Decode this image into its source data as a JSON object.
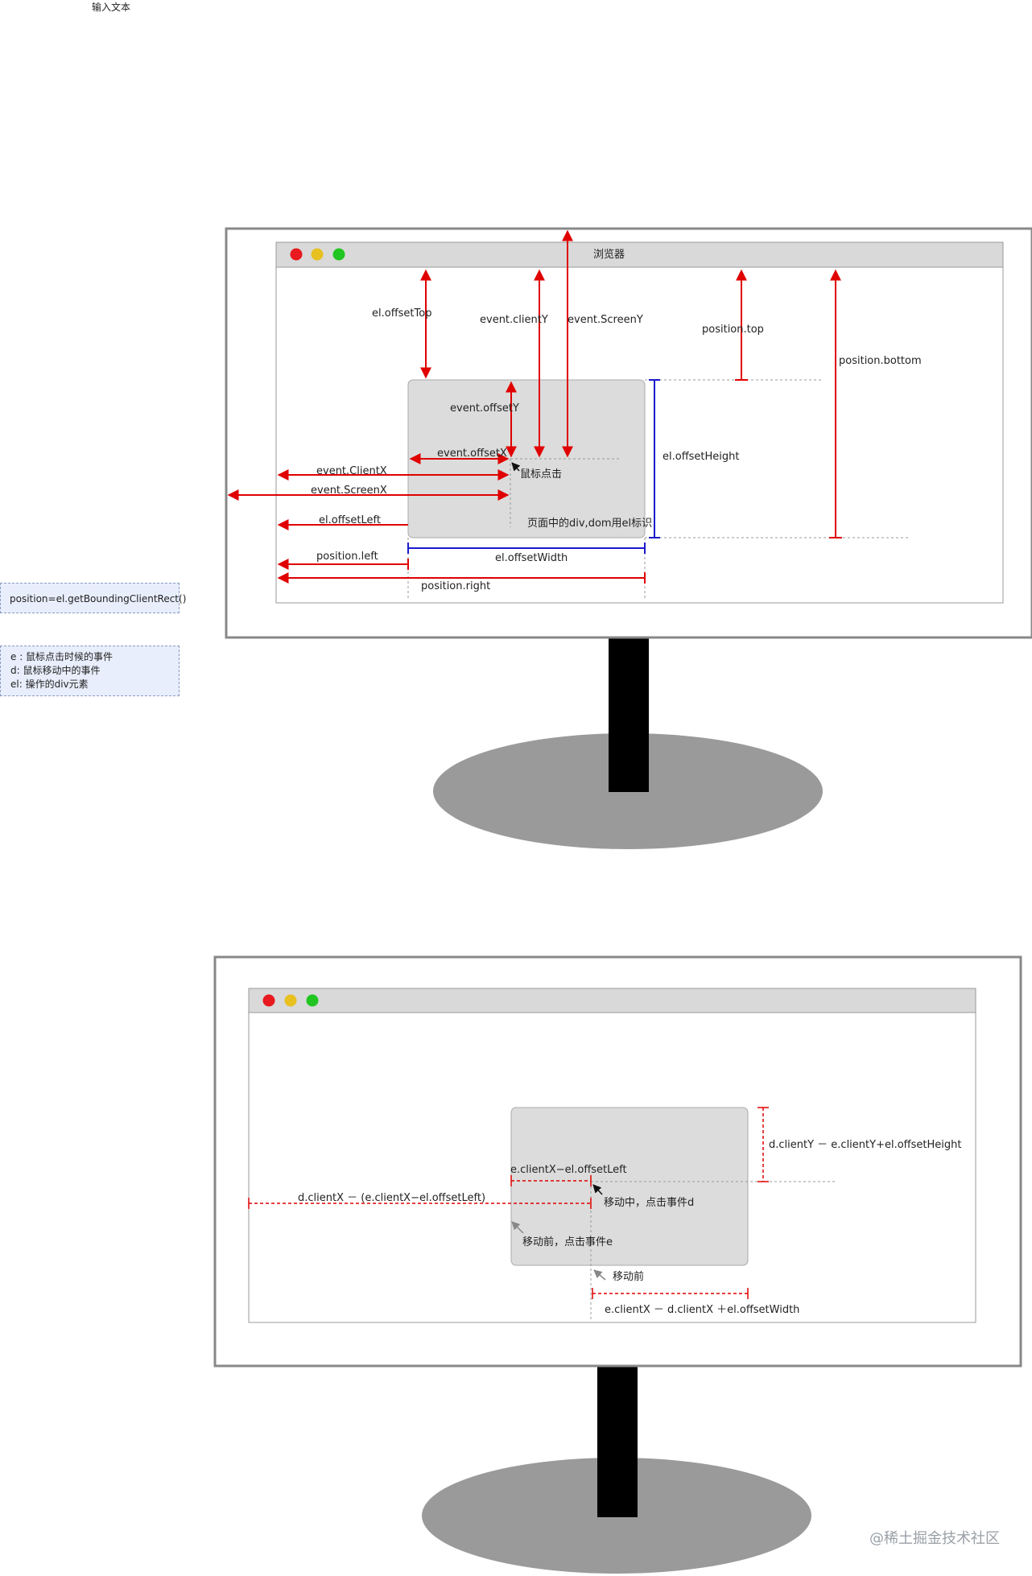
{
  "top_note": "输入文本",
  "notes": {
    "position_formula": "position=el.getBoundingClientRect()",
    "legend": [
      "e : 鼠标点击时候的事件",
      "d: 鼠标移动中的事件",
      "el: 操作的div元素"
    ]
  },
  "watermark": "@稀土掘金技术社区",
  "colors": {
    "arrow_red": "#e00000",
    "size_blue": "#1a1acc",
    "traffic_red": "#e8191f",
    "traffic_yellow": "#e8c020",
    "traffic_green": "#21c521",
    "screen_border": "#888888",
    "titlebar": "#d9d9d9",
    "div_fill": "#dcdcdc",
    "stand": "#000000",
    "base": "#9a9a9a"
  },
  "diagram1": {
    "window_title": "浏览器",
    "labels": {
      "el_offsetTop": "el.offsetTop",
      "event_clientY": "event.clientY",
      "event_screenY": "event.ScreenY",
      "position_top": "position.top",
      "position_bottom": "position.bottom",
      "event_offsetY": "event.offsetY",
      "event_offsetX": "event.offsetX",
      "mouse_click": "鼠标点击",
      "el_offsetHeight": "el.offsetHeight",
      "event_clientX": "event.ClientX",
      "event_screenX": "event.ScreenX",
      "el_offsetLeft": "el.offsetLeft",
      "div_caption": "页面中的div,dom用el标识",
      "position_left": "position.left",
      "el_offsetWidth": "el.offsetWidth",
      "position_right": "position.right"
    }
  },
  "diagram2": {
    "labels": {
      "height_formula": "d.clientY － e.clientY+el.offsetHeight",
      "click_offset": "e.clientX−el.offsetLeft",
      "left_formula": "d.clientX － (e.clientX−el.offsetLeft)",
      "moving_click": "移动中，点击事件d",
      "before_click": "移动前，点击事件e",
      "before_move": "移动前",
      "width_formula": "e.clientX － d.clientX ＋el.offsetWidth"
    }
  }
}
